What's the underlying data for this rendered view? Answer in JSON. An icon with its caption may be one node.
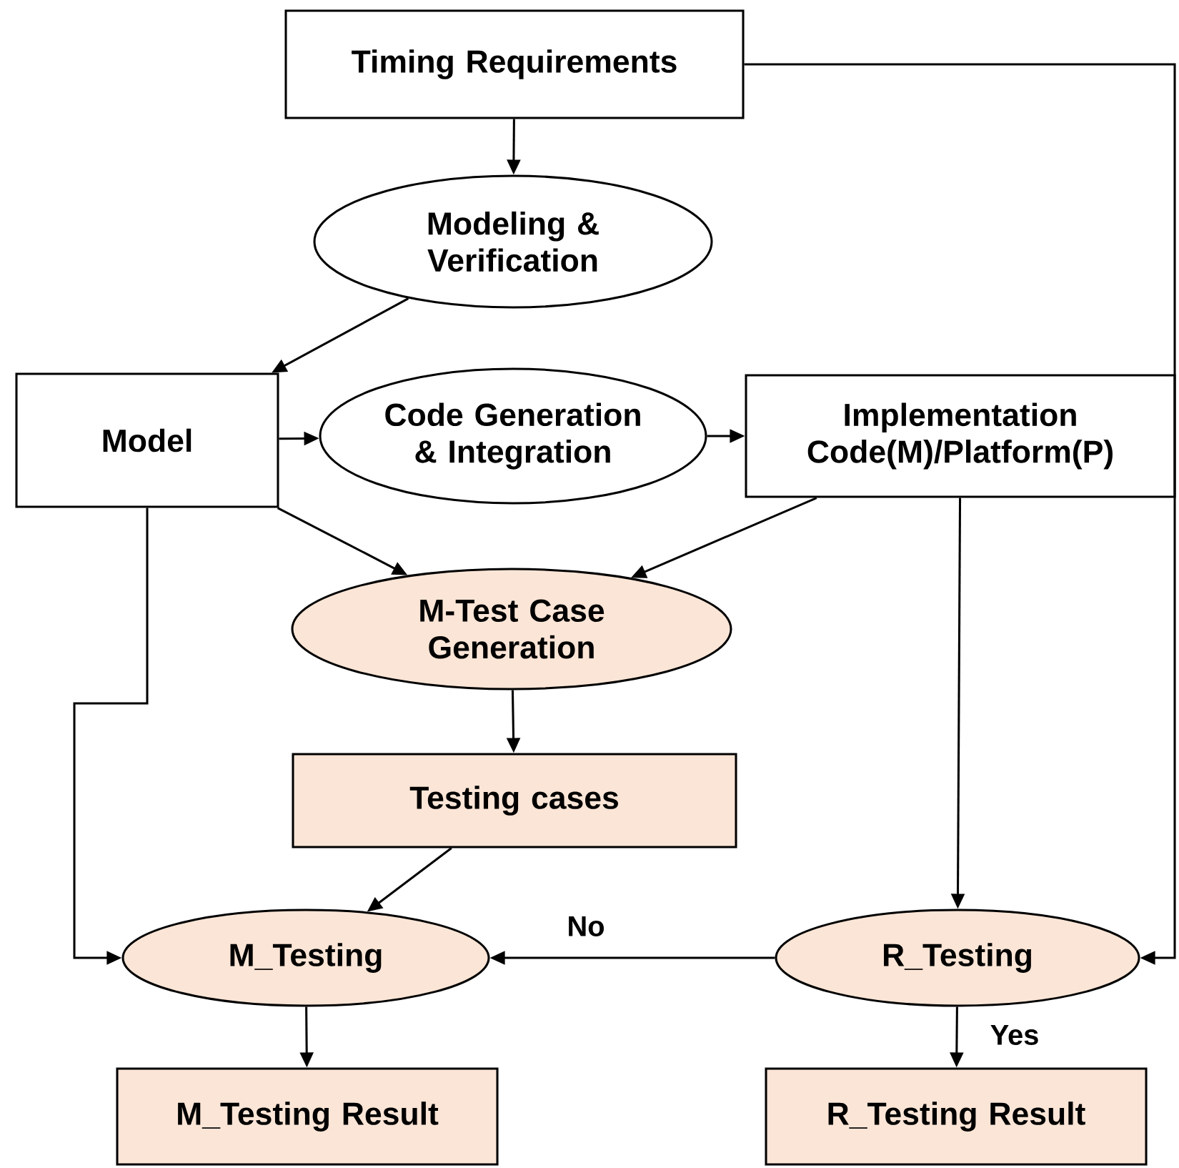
{
  "diagram": {
    "nodes": [
      {
        "text": [
          "Timing Requirements"
        ]
      },
      {
        "text": [
          "Modeling & Verification"
        ]
      },
      {
        "text": [
          "Model"
        ]
      },
      {
        "text": [
          "Code Generation & Integration"
        ]
      },
      {
        "text": [
          "Implementation Code(M)/Platform(P)"
        ]
      },
      {
        "text": [
          "M-Test Case Generation"
        ]
      },
      {
        "text": [
          "Testing cases"
        ]
      },
      {
        "text": [
          "M_Testing"
        ]
      },
      {
        "text": [
          "R_Testing"
        ]
      },
      {
        "text": [
          "M_Testing Result"
        ]
      },
      {
        "text": [
          "R_Testing Result"
        ]
      }
    ],
    "edges": [
      {
        "from": 0,
        "to": 1,
        "arrow": "to"
      },
      {
        "from": 1,
        "to": 2,
        "arrow": "to"
      },
      {
        "from": 2,
        "to": 3,
        "arrow": "to"
      },
      {
        "from": 3,
        "to": 4,
        "arrow": "to"
      },
      {
        "from": 2,
        "to": 5,
        "arrow": "to"
      },
      {
        "from": 4,
        "to": 5,
        "arrow": "to"
      },
      {
        "from": 5,
        "to": 6,
        "arrow": "to"
      },
      {
        "from": 6,
        "to": 7,
        "arrow": "to"
      },
      {
        "from": 2,
        "to": 7,
        "arrow": "to"
      },
      {
        "from": 4,
        "to": 8,
        "arrow": "to"
      },
      {
        "from": 8,
        "to": 7,
        "arrow": "to",
        "label": "No"
      },
      {
        "from": 8,
        "to": 10,
        "arrow": "to",
        "label": "Yes"
      },
      {
        "from": 7,
        "to": 9,
        "arrow": "to"
      },
      {
        "from": 0,
        "to": 8,
        "arrow": "to"
      }
    ]
  }
}
